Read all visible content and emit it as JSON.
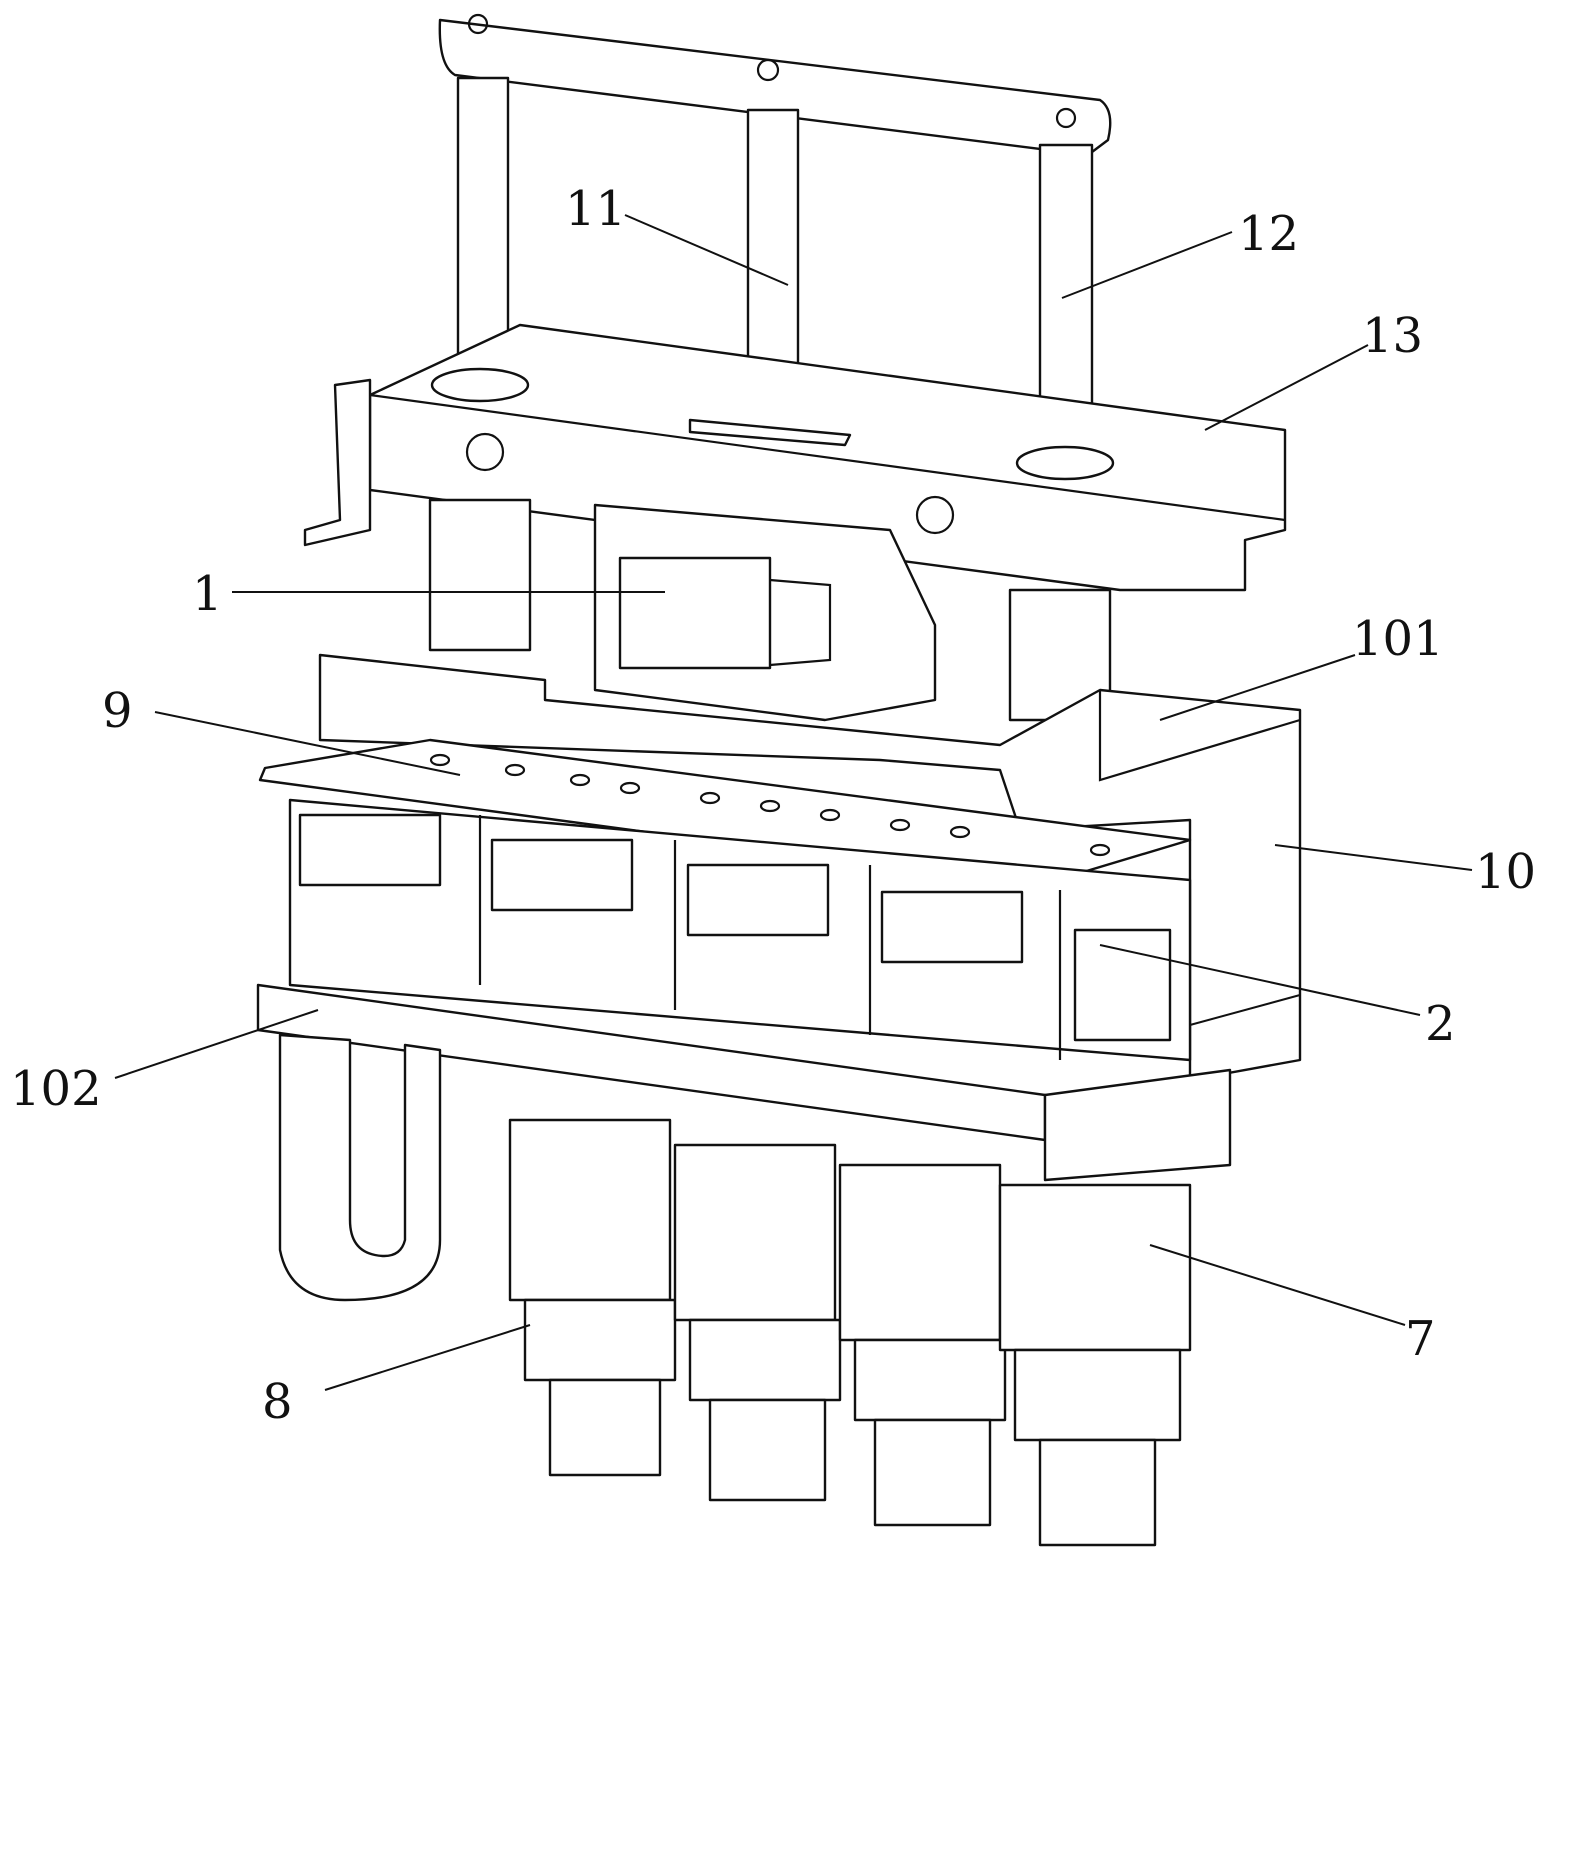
{
  "figure": {
    "labels": [
      {
        "id": "11",
        "text": "11"
      },
      {
        "id": "12",
        "text": "12"
      },
      {
        "id": "13",
        "text": "13"
      },
      {
        "id": "1",
        "text": "1"
      },
      {
        "id": "101",
        "text": "101"
      },
      {
        "id": "9",
        "text": "9"
      },
      {
        "id": "10",
        "text": "10"
      },
      {
        "id": "2",
        "text": "2"
      },
      {
        "id": "102",
        "text": "102"
      },
      {
        "id": "7",
        "text": "7"
      },
      {
        "id": "8",
        "text": "8"
      }
    ]
  }
}
